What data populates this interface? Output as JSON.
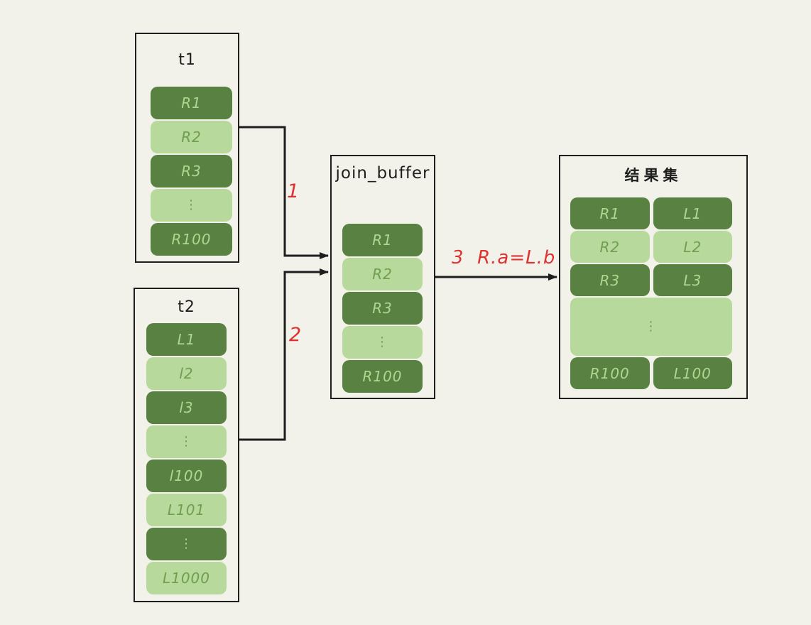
{
  "colors": {
    "background": "#f2f1ea",
    "dark_green": "#588142",
    "light_green": "#b7d99b",
    "text_on_dark": "#b2d68f",
    "text_on_light": "#6f9e4e",
    "border": "#1e1e1e",
    "arrow": "#1e1e1e",
    "annotation_red": "#e03131"
  },
  "boxes": {
    "t1": {
      "title": "t1",
      "rows": [
        {
          "label": "R1",
          "shade": "dark"
        },
        {
          "label": "R2",
          "shade": "light"
        },
        {
          "label": "R3",
          "shade": "dark"
        },
        {
          "label": "⋮",
          "shade": "light"
        },
        {
          "label": "R100",
          "shade": "dark"
        }
      ]
    },
    "t2": {
      "title": "t2",
      "rows": [
        {
          "label": "L1",
          "shade": "dark"
        },
        {
          "label": "l2",
          "shade": "light"
        },
        {
          "label": "l3",
          "shade": "dark"
        },
        {
          "label": "⋮",
          "shade": "light"
        },
        {
          "label": "l100",
          "shade": "dark"
        },
        {
          "label": "L101",
          "shade": "light"
        },
        {
          "label": "⋮",
          "shade": "dark"
        },
        {
          "label": "L1000",
          "shade": "light"
        }
      ]
    },
    "join_buffer": {
      "title": "join_buffer",
      "rows": [
        {
          "label": "R1",
          "shade": "dark"
        },
        {
          "label": "R2",
          "shade": "light"
        },
        {
          "label": "R3",
          "shade": "dark"
        },
        {
          "label": "⋮",
          "shade": "light"
        },
        {
          "label": "R100",
          "shade": "dark"
        }
      ]
    },
    "result": {
      "title": "结果集",
      "rows": [
        {
          "left": "R1",
          "right": "L1",
          "shade": "dark"
        },
        {
          "left": "R2",
          "right": "L2",
          "shade": "light"
        },
        {
          "left": "R3",
          "right": "L3",
          "shade": "dark"
        },
        {
          "label": "⋮",
          "shade": "light",
          "span": true
        },
        {
          "left": "R100",
          "right": "L100",
          "shade": "dark"
        }
      ]
    }
  },
  "annotations": {
    "step1": "1",
    "step2": "2",
    "step3": "3  R.a=L.b"
  }
}
